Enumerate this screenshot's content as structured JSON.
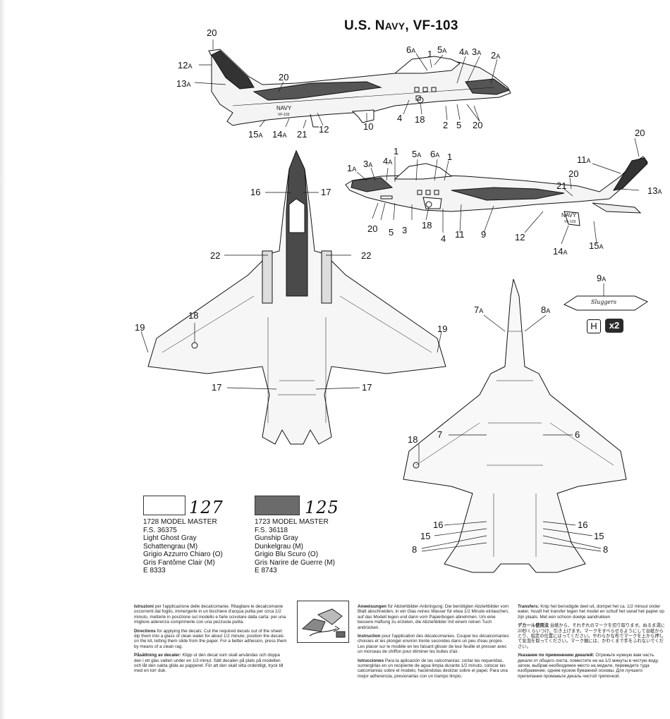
{
  "title": {
    "prefix": "U.S. N",
    "small": "AVY",
    "suffix": ", VF-103"
  },
  "callouts": {
    "side_top": [
      {
        "id": "c20a",
        "text": "20"
      },
      {
        "id": "c12a",
        "text": "12",
        "sub": "A"
      },
      {
        "id": "c13a",
        "text": "13",
        "sub": "A"
      },
      {
        "id": "c20b",
        "text": "20"
      },
      {
        "id": "c15a",
        "text": "15",
        "sub": "A"
      },
      {
        "id": "c14a",
        "text": "14",
        "sub": "A"
      },
      {
        "id": "c21",
        "text": "21"
      },
      {
        "id": "c12",
        "text": "12"
      },
      {
        "id": "c10",
        "text": "10"
      },
      {
        "id": "c4",
        "text": "4"
      },
      {
        "id": "c18",
        "text": "18"
      },
      {
        "id": "c2",
        "text": "2"
      },
      {
        "id": "c5",
        "text": "5"
      },
      {
        "id": "c20c",
        "text": "20"
      },
      {
        "id": "c6a",
        "text": "6",
        "sub": "A"
      },
      {
        "id": "c1",
        "text": "1"
      },
      {
        "id": "c5a",
        "text": "5",
        "sub": "A"
      },
      {
        "id": "c4a",
        "text": "4",
        "sub": "A"
      },
      {
        "id": "c3a",
        "text": "3",
        "sub": "A"
      },
      {
        "id": "c2a",
        "text": "2",
        "sub": "A"
      }
    ],
    "side_right": [
      {
        "id": "r20a",
        "text": "20"
      },
      {
        "id": "r11a",
        "text": "11",
        "sub": "A"
      },
      {
        "id": "r20b",
        "text": "20"
      },
      {
        "id": "r21",
        "text": "21"
      },
      {
        "id": "r13a",
        "text": "13",
        "sub": "A"
      },
      {
        "id": "r1",
        "text": "1"
      },
      {
        "id": "r5a",
        "text": "5",
        "sub": "A"
      },
      {
        "id": "r6a",
        "text": "6",
        "sub": "A"
      },
      {
        "id": "r1b",
        "text": "1"
      },
      {
        "id": "r1a",
        "text": "1",
        "sub": "A"
      },
      {
        "id": "r3a",
        "text": "3",
        "sub": "A"
      },
      {
        "id": "r4a",
        "text": "4",
        "sub": "A"
      },
      {
        "id": "r20c",
        "text": "20"
      },
      {
        "id": "r5",
        "text": "5"
      },
      {
        "id": "r3",
        "text": "3"
      },
      {
        "id": "r18",
        "text": "18"
      },
      {
        "id": "r4",
        "text": "4"
      },
      {
        "id": "r11",
        "text": "11"
      },
      {
        "id": "r9",
        "text": "9"
      },
      {
        "id": "r12",
        "text": "12"
      },
      {
        "id": "r14a",
        "text": "14",
        "sub": "A"
      },
      {
        "id": "r15a",
        "text": "15",
        "sub": "A"
      }
    ],
    "top_view": [
      {
        "id": "t16",
        "text": "16"
      },
      {
        "id": "t17a",
        "text": "17"
      },
      {
        "id": "t22a",
        "text": "22"
      },
      {
        "id": "t22b",
        "text": "22"
      },
      {
        "id": "t18",
        "text": "18"
      },
      {
        "id": "t19a",
        "text": "19"
      },
      {
        "id": "t19b",
        "text": "19"
      },
      {
        "id": "t17b",
        "text": "17"
      },
      {
        "id": "t17c",
        "text": "17"
      }
    ],
    "bottom_view": [
      {
        "id": "b9a",
        "text": "9",
        "sub": "A"
      },
      {
        "id": "b7a",
        "text": "7",
        "sub": "A"
      },
      {
        "id": "b8a",
        "text": "8",
        "sub": "A"
      },
      {
        "id": "b7",
        "text": "7"
      },
      {
        "id": "b6",
        "text": "6"
      },
      {
        "id": "b18",
        "text": "18"
      },
      {
        "id": "b16a",
        "text": "16"
      },
      {
        "id": "b16b",
        "text": "16"
      },
      {
        "id": "b15a",
        "text": "15"
      },
      {
        "id": "b15b",
        "text": "15"
      },
      {
        "id": "b8a2",
        "text": "8"
      },
      {
        "id": "b8b",
        "text": "8"
      }
    ]
  },
  "markings": {
    "navy": "NAVY",
    "serial": "VF-103",
    "tank_script": "Sluggers"
  },
  "legend": {
    "h": "H",
    "x2": "x2"
  },
  "colors": [
    {
      "handwritten": "127",
      "swatch_hex": "#ffffff",
      "lines": [
        "1728 MODEL MASTER",
        "F.S. 36375",
        "Light Ghost Gray",
        "Schattengrau (M)",
        "Grigio Azzurro Chiaro (O)",
        "Gris Fantôme Clair (M)",
        "E 8333"
      ]
    },
    {
      "handwritten": "125",
      "swatch_hex": "#6b6b6b",
      "lines": [
        "1723 MODEL MASTER",
        "F.S. 36118",
        "Gunship Gray",
        "Dunkelgrau (M)",
        "Grigio Blu Scuro (O)",
        "Gris Narire de Guerre (M)",
        "E 8743"
      ]
    }
  ],
  "instructions": {
    "col1": [
      {
        "head": "Istruzioni",
        "body": "per l'applicazione delle decalcomanie. Ritagliare le decalcomanie occorrenti dal foglio, immergerle in un bicchiere d'acqua pulita per circa 1/2 minuto, metterle in posizione sul modello e farle scivolare dalla carta: per una migliore aderenza comprimerle con una pezzuola pulita."
      },
      {
        "head": "Directions",
        "body": "for applying the decals: Cut the required decals out of the sheet: dip them into a glass of clean water for about 1/2 minute; position the decals on the kit, letting them slide from the paper. For a better adhesion, press them by means of a clean rag."
      },
      {
        "head": "Påsättning av decaler:",
        "body": "Klipp ut den decal som skall användas och doppa den i ett glas vatten under en 1/2-minut. Sätt decalen på plats på modellen och låt den sakta glida av papperet. För att den skall sitta ordentligt, tryck till med en torr duk."
      }
    ],
    "col2": [
      {
        "head": "Anweisungen",
        "body": "für Abziehbilder-Anbringung: Die benötigten Abziehbilder vom Blatt abschneiden, in ein Glas reines Wasser für etwa 1/2 Minute eintauchen, auf das Modell legen und dann vom Papierbogen abnehmen. Um eine bessere Haftung zu erzielen, die Abziehbilder mit einem reinen Tuch andrücken."
      },
      {
        "head": "Instruction",
        "body": "pour l'application des décalcomanies. Couper les décalcomanies choisies et les plonger environ trente secondes dans un peu d'eau propre. Les placer sur le modèle en les faisant glisser de leur feuille et presser avec un morceau de chiffon pour éliminer les bulles d'air."
      },
      {
        "head": "Istrucciones",
        "body": "Para la aplicación de las calcomanías: cortar las requeridas, sumergirlas en un recipiente de agua limpia durante 1/2 minuto, colocar las calcomanías sobre el modelo, haciéndolas deslizar sobre el papel. Para una mejor adherencia, presionarlas con un trampo limpio."
      }
    ],
    "col3": [
      {
        "head": "Transfers:",
        "body": "Knip het benodigde deel uit, dompel het ca. 1/2 minuut onder water, houdt het transfer tegen het model en schuif het vanaf het papier op zijn plaats. Met een schoon doekje aandrukken"
      },
      {
        "head": "デカール使用法",
        "body": "台紙から、それぞれのマークを切り取ります。ぬるま湯に20秒くらいつけ、引き上げます。マークをすべらせるようにして台紙からとり、指定の位置にはってください。やわらかな布でマークを上から押して気泡を取ってください。マーク類には、かわくまで手をふれないでください。"
      },
      {
        "head": "Указание по применению декалей:",
        "body": "Отрежьте нужную вам часть декали от общего листа, поместите ее на 1/2 минуты в чистую воду, затем, выбрав необходимое место на модели, переведите туда изображение, одним куском бумажной основы. Для лучшего прилипания промажьте декаль чистой тряпочкой."
      }
    ]
  }
}
